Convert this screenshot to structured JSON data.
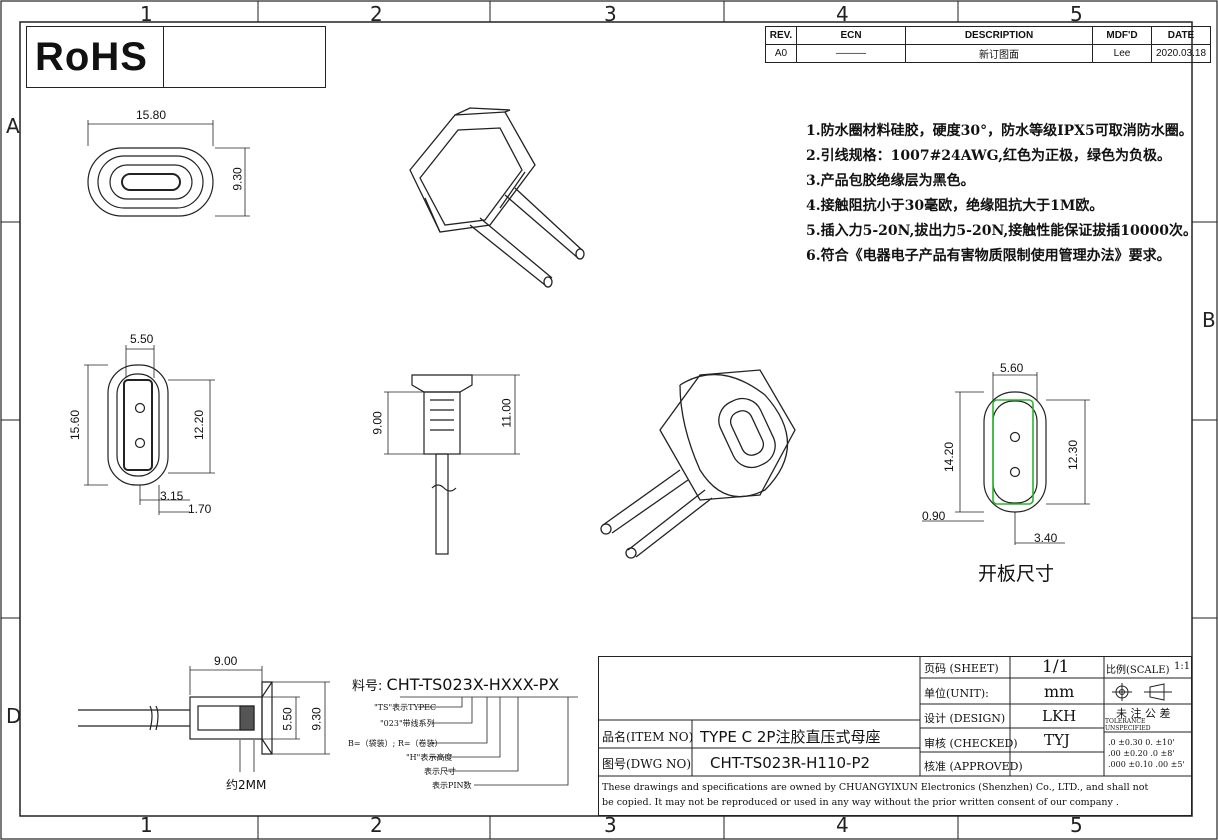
{
  "zones": {
    "top_numbers": [
      "1",
      "2",
      "3",
      "4",
      "5"
    ],
    "bottom_numbers": [
      "1",
      "2",
      "3",
      "4",
      "5"
    ],
    "left_letters": [
      "A",
      "D"
    ],
    "right_letters": [
      "B"
    ]
  },
  "logo": "RoHS",
  "revision_table": {
    "headers": [
      "REV.",
      "ECN",
      "DESCRIPTION",
      "MDF'D",
      "DATE"
    ],
    "row": [
      "A0",
      "———",
      "新订图面",
      "Lee",
      "2020.03.18"
    ]
  },
  "notes": [
    "1.防水圈材料硅胶，硬度30°，防水等级IPX5可取消防水圈。",
    "2.引线规格：1007#24AWG,红色为正极，绿色为负极。",
    "3.产品包胶绝缘层为黑色。",
    "4.接触阻抗小于30毫欧，绝缘阻抗大于1M欧。",
    "5.插入力5-20N,拔出力5-20N,接触性能保证拔插10000次。",
    "6.符合《电器电子产品有害物质限制使用管理办法》要求。"
  ],
  "dimensions": {
    "top_view_width": "15.80",
    "top_view_height": "9.30",
    "front_width": "5.50",
    "front_outer_height": "15.60",
    "front_inner_height": "12.20",
    "front_offset_a": "3.15",
    "front_offset_b": "1.70",
    "side_height_a": "9.00",
    "side_height_b": "11.00",
    "panel_width": "5.60",
    "panel_outer_height": "14.20",
    "panel_inner_height": "12.30",
    "panel_margin": "0.90",
    "panel_bottom": "3.40",
    "bottom_width": "9.00",
    "bottom_a": "5.50",
    "bottom_b": "9.30"
  },
  "panel_cutout_label": "开板尺寸",
  "bottom_note": "约2MM",
  "part_number": {
    "prefix": "料号: ",
    "code": "CHT-TS023X-HXXX-PX",
    "legend": [
      "\"TS\"表示TYPEC",
      "\"023\"带线系列",
      "B=（袋装）; R=（卷装）",
      "\"H\"表示高度",
      "表示尺寸",
      "表示PIN数"
    ]
  },
  "title_block": {
    "sheet_label": "页码 (SHEET)",
    "sheet_value": "1/1",
    "scale_label": "比例(SCALE)",
    "scale_value": "1:1",
    "unit_label": "单位(UNIT):",
    "unit_value": "mm",
    "design_label": "设计 (DESIGN)",
    "design_value": "LKH",
    "checked_label": "审核 (CHECKED)",
    "checked_value": "TYJ",
    "approved_label": "核准 (APPROVED)",
    "item_label": "品名(ITEM NO)",
    "item_value": "TYPE C 2P注胶直压式母座",
    "dwg_label": "图号(DWG NO)",
    "dwg_value": "CHT-TS023R-H110-P2",
    "tolerance_title": "未 注 公 差",
    "tolerance_sub": "TOLERANCE UNSPECIFIED",
    "tolerances": [
      ".0 ±0.30  0. ±10'",
      ".00 ±0.20  .0 ±8'",
      ".000 ±0.10 .00 ±5'"
    ],
    "footer_1": "These drawings and specifications are owned by CHUANGYIXUN Electronics (Shenzhen) Co., LTD., and shall not",
    "footer_2": "be copied. It may not be reproduced or used in any way without the prior written consent of our company ."
  }
}
